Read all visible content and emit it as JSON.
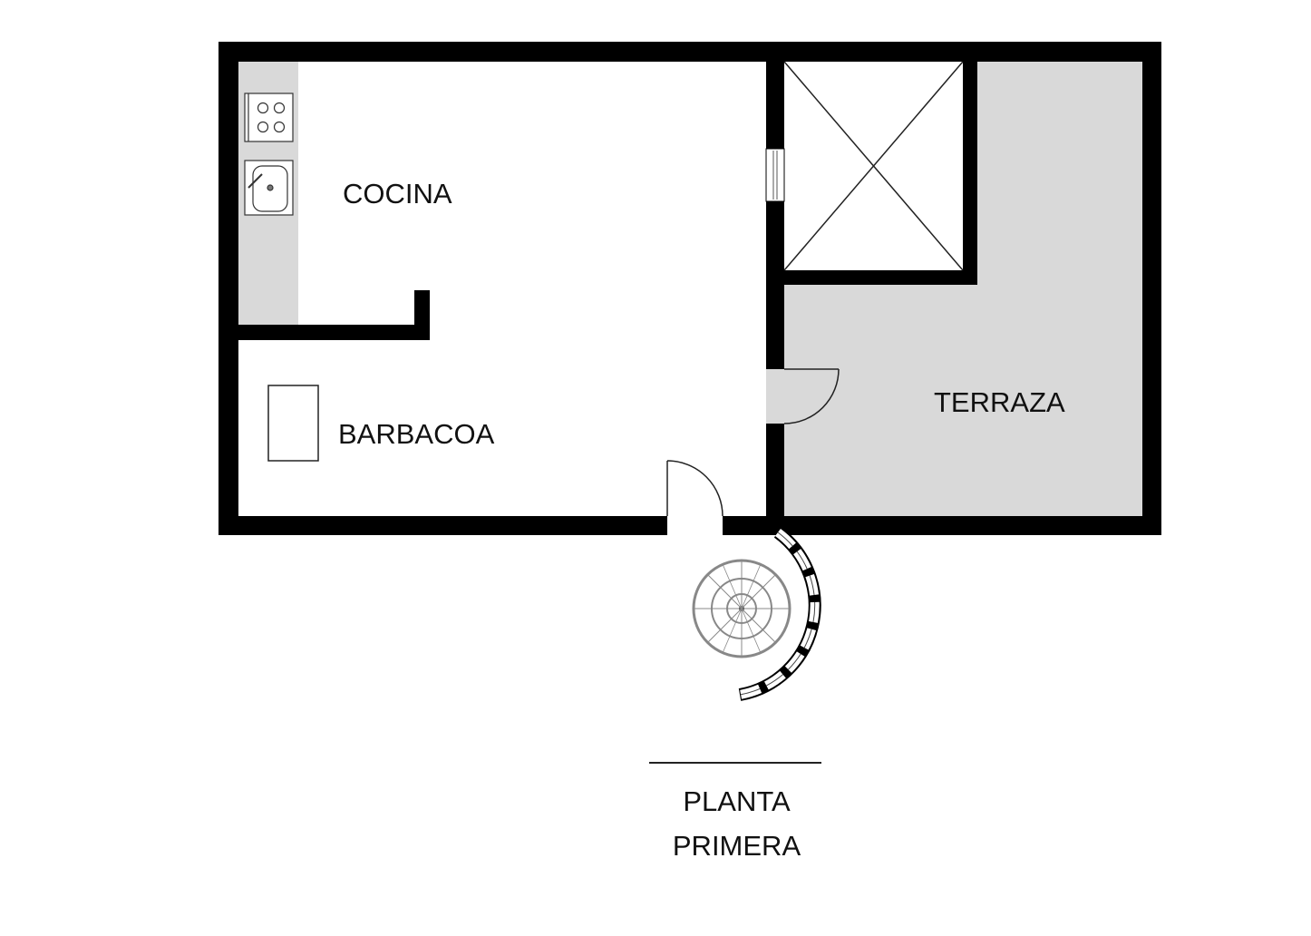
{
  "plan": {
    "title_line1": "PLANTA",
    "title_line2": "PRIMERA",
    "colors": {
      "wall": "#000000",
      "floor_gray": "#d9d9d9",
      "background": "#ffffff",
      "line": "#333333"
    }
  },
  "rooms": [
    {
      "id": "cocina",
      "label": "COCINA"
    },
    {
      "id": "barbacoa",
      "label": "BARBACOA"
    },
    {
      "id": "terraza",
      "label": "TERRAZA"
    }
  ],
  "fixtures": [
    {
      "name": "cooktop",
      "room": "COCINA",
      "burners": 4
    },
    {
      "name": "sink",
      "room": "COCINA"
    },
    {
      "name": "barbecue-grill",
      "room": "BARBACOA"
    },
    {
      "name": "skylight-void",
      "room": "between COCINA and TERRAZA"
    },
    {
      "name": "spiral-staircase",
      "room": "exterior"
    }
  ]
}
